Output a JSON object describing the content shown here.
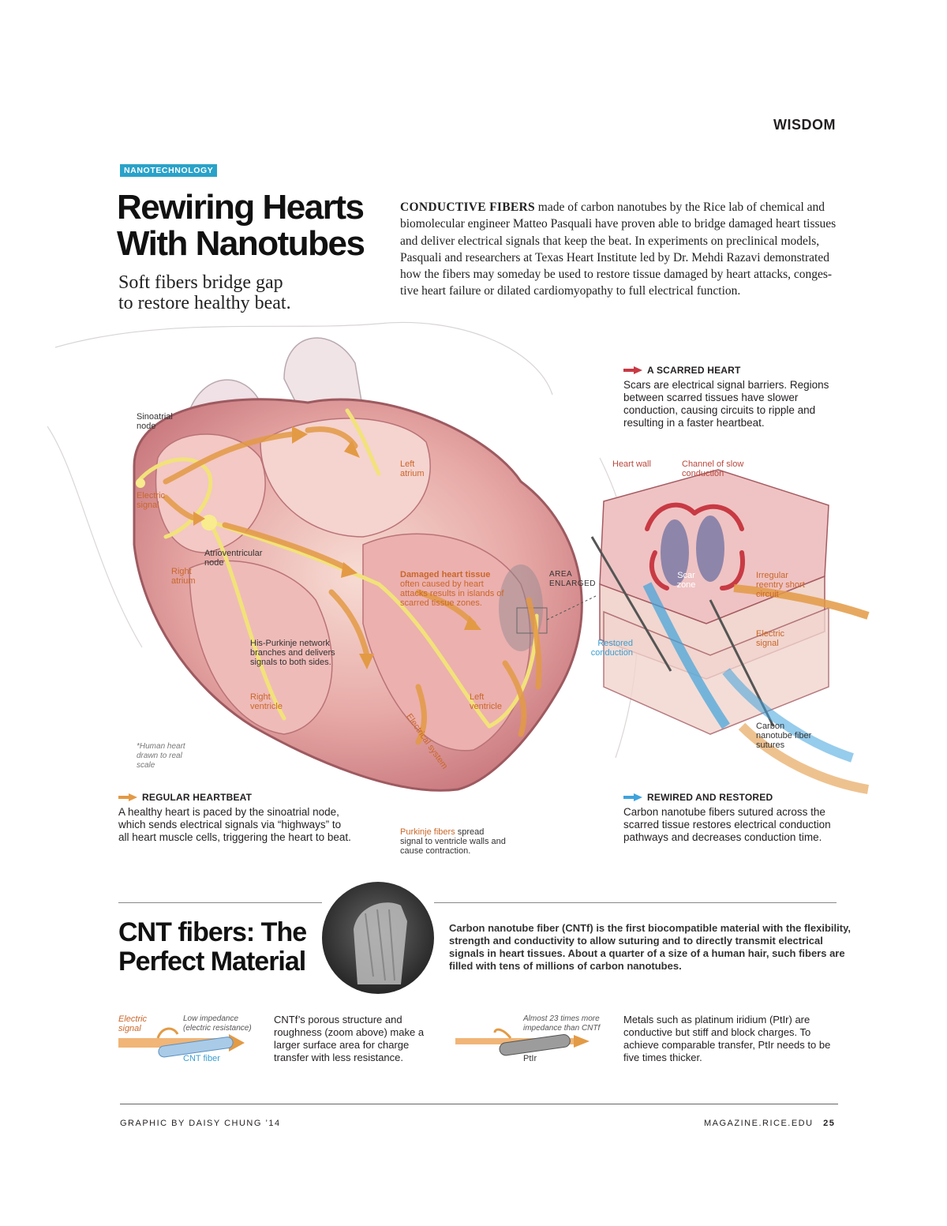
{
  "header": {
    "section": "WISDOM"
  },
  "article": {
    "badge": "NANOTECHNOLOGY",
    "title_line1": "Rewiring Hearts",
    "title_line2": "With Nanotubes",
    "subtitle_line1": "Soft fibers bridge gap",
    "subtitle_line2": "to restore healthy beat.",
    "intro_lead": "CONDUCTIVE FIBERS",
    "intro_body": " made of carbon nanotubes by the Rice lab of chemical and biomolecular engineer Matteo Pasquali have proven able to bridge damaged heart tissues and deliver electrical signals that keep the beat. In experiments on preclinical models, Pasquali and researchers at Texas Heart Institute led by Dr. Mehdi Razavi demonstrated how the fibers may someday be used to restore tissue damaged by heart attacks, conges-tive heart failure or dilated cardiomyopathy to full electrical function."
  },
  "heart_labels": {
    "sinoatrial": "Sinoatrial node",
    "electric_signal": "Electric signal",
    "left_atrium": "Left atrium",
    "av_node": "Atrioventricular node",
    "right_atrium": "Right atrium",
    "damaged_title": "Damaged heart tissue",
    "damaged_body": "often caused by heart attacks results in islands of scarred tissue zones.",
    "area_enlarged": "AREA ENLARGED",
    "his_purkinje": "His-Purkinje network branches and delivers signals to both sides.",
    "right_ventricle": "Right ventricle",
    "left_ventricle": "Left ventricle",
    "electrical_system": "Electrical system",
    "human_heart_note": "*Human heart drawn to real scale",
    "purkinje_lead": "Purkinje fibers",
    "purkinje_body": " spread signal to ventricle walls and cause contraction."
  },
  "scar_labels": {
    "heart_wall": "Heart wall",
    "channel": "Channel of slow conduction",
    "scar_zone": "Scar zone",
    "irregular": "Irregular reentry short circuit",
    "electric_signal": "Electric signal",
    "restored": "Restored conduction",
    "carbon": "Carbon nanotube fiber sutures"
  },
  "boxes": {
    "scarred": {
      "head": "A SCARRED HEART",
      "body": "Scars are electrical signal barriers. Regions between scarred tissues have slower conduction, causing circuits to ripple and resulting in a faster heartbeat."
    },
    "regular": {
      "head": "REGULAR HEARTBEAT",
      "body": "A healthy heart is paced by the sinoatrial node, which sends electrical signals via “highways” to all heart muscle cells, triggering the heart to beat."
    },
    "rewired": {
      "head": "REWIRED AND RESTORED",
      "body": "Carbon nanotube fibers sutured across the scarred tissue restores electrical conduction pathways and decreases conduction time."
    }
  },
  "cnt": {
    "title_line1": "CNT fibers: The",
    "title_line2": "Perfect Material",
    "desc": "Carbon nanotube fiber (CNTf) is the first biocompatible material with the flexibility, strength and conductivity to allow suturing and to directly transmit electrical signals in heart tissues. About a quarter of a size of a human hair, such fibers are filled with tens of millions of carbon nanotubes.",
    "electric_signal": "Electric signal",
    "low_impedance": "Low impedance (electric resistance)",
    "cnt_fiber": "CNT fiber",
    "cntf_text": "CNTf’s porous structure and roughness (zoom above) make a larger surface area for charge transfer with less resistance.",
    "almost": "Almost 23 times more impedance than CNTf",
    "ptir": "PtIr",
    "metals_text": "Metals such as platinum iridium (PtIr) are conductive but stiff and block charges. To achieve comparable transfer, PtIr needs to be five times thicker."
  },
  "footer": {
    "credit": "GRAPHIC BY DAISY CHUNG ’14",
    "site": "MAGAZINE.RICE.EDU",
    "page": "25"
  },
  "colors": {
    "orange": "#e39a45",
    "red": "#c83a44",
    "blue": "#3fa3dc",
    "badge": "#2aa2c9"
  }
}
